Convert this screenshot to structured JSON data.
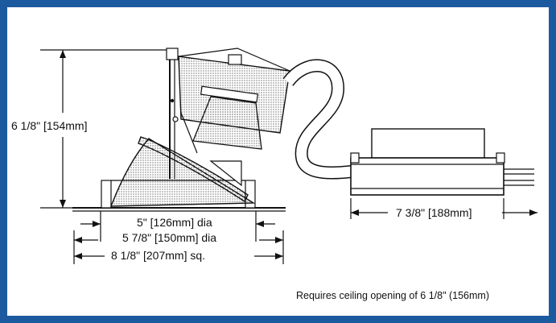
{
  "dimensions": {
    "height": "6 1/8\" [154mm]",
    "aperture": "5\" [126mm] dia",
    "trim": "5 7/8\" [150mm] dia",
    "frame": "8 1/8\" [207mm] sq.",
    "junction_box": "7 3/8\" [188mm]"
  },
  "note": "Requires ceiling opening of 6 1/8\" (156mm)",
  "colors": {
    "border": "#1c5aa0",
    "line": "#111111"
  }
}
